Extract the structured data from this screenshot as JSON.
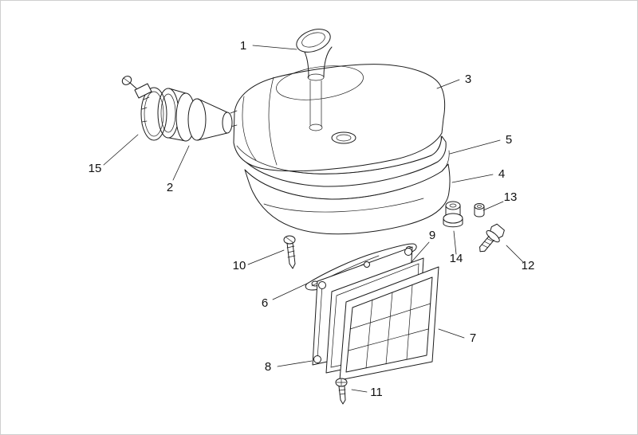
{
  "diagram": {
    "background": "#ffffff",
    "line_color": "#1c1c1c",
    "callouts": [
      {
        "label": "1"
      },
      {
        "label": "2"
      },
      {
        "label": "3"
      },
      {
        "label": "4"
      },
      {
        "label": "5"
      },
      {
        "label": "6"
      },
      {
        "label": "7"
      },
      {
        "label": "8"
      },
      {
        "label": "9"
      },
      {
        "label": "10"
      },
      {
        "label": "11"
      },
      {
        "label": "12"
      },
      {
        "label": "13"
      },
      {
        "label": "14"
      },
      {
        "label": "15"
      }
    ]
  }
}
